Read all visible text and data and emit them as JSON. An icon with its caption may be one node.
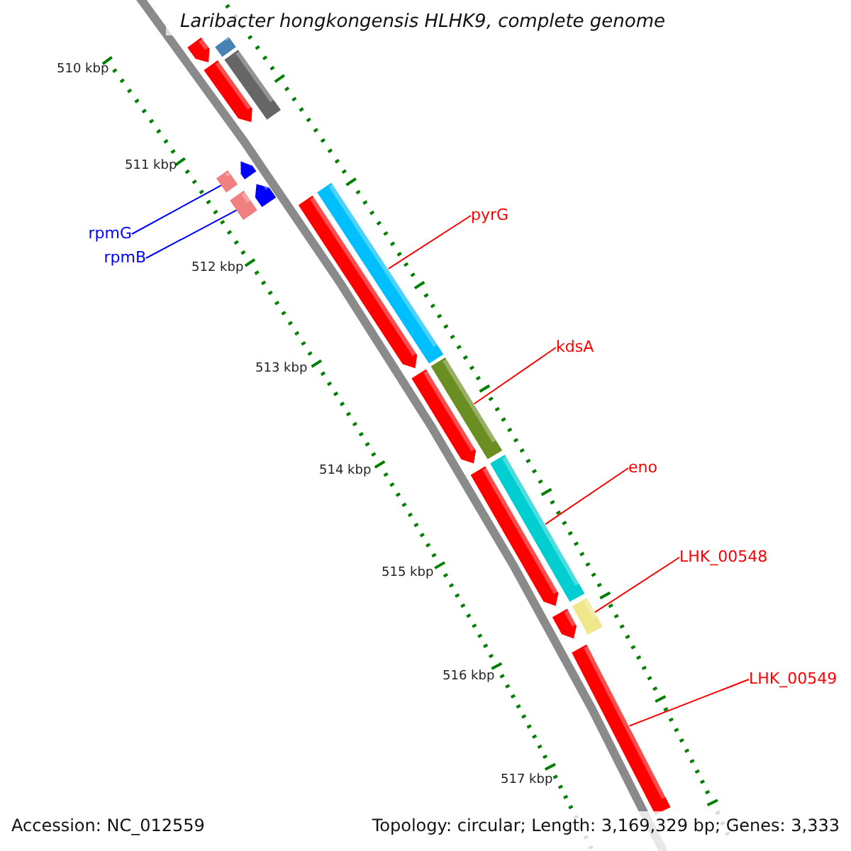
{
  "diagram": {
    "title": "Laribacter hongkongensis HLHK9, complete genome",
    "nodes": [
      {
        "text": [],
        "shape": "bar"
      },
      {
        "text": [],
        "shape": "bar"
      },
      {
        "text": [],
        "shape": "bar"
      },
      {
        "text": [],
        "shape": "bar"
      },
      {
        "text": [],
        "shape": "bar"
      },
      {
        "text": [],
        "shape": "bar"
      },
      {
        "text": [],
        "shape": "bar"
      },
      {
        "text": [],
        "shape": "bar"
      },
      {
        "text": [
          "rpmG"
        ]
      },
      {
        "text": [
          "rpmB"
        ]
      },
      {
        "text": [],
        "shape": "bar"
      },
      {
        "text": [],
        "shape": "bar"
      },
      {
        "text": [
          "pyrG"
        ]
      },
      {
        "text": [
          "kdsA"
        ]
      },
      {
        "text": [],
        "shape": "bar"
      },
      {
        "text": [],
        "shape": "bar"
      },
      {
        "text": [
          "eno"
        ]
      },
      {
        "text": [],
        "shape": "bar"
      },
      {
        "text": [],
        "shape": "bar"
      },
      {
        "text": [
          "LHK_00548"
        ]
      },
      {
        "text": [],
        "shape": "bar"
      },
      {
        "text": [],
        "shape": "bar"
      },
      {
        "text": [
          "LHK_00549"
        ]
      },
      {
        "text": [],
        "shape": "bar"
      }
    ],
    "edges": [
      {
        "from": 8,
        "to": 5,
        "arrow": "none",
        "color": "#0000ff"
      },
      {
        "from": 9,
        "to": 7,
        "arrow": "none",
        "color": "#0000ff"
      },
      {
        "from": 12,
        "to": 10,
        "arrow": "none"
      },
      {
        "from": 13,
        "to": 14,
        "arrow": "none"
      },
      {
        "from": 16,
        "to": 17,
        "arrow": "none"
      },
      {
        "from": 19,
        "to": 20,
        "arrow": "none"
      },
      {
        "from": 22,
        "to": 23,
        "arrow": "none"
      }
    ],
    "labels": [
      "510 kbp",
      "511 kbp",
      "512 kbp",
      "513 kbp",
      "514 kbp",
      "515 kbp",
      "516 kbp",
      "517 kbp",
      "Accession: NC_012559",
      "Topology: circular; Length: 3,169,329 bp; Genes: 3,333"
    ]
  }
}
